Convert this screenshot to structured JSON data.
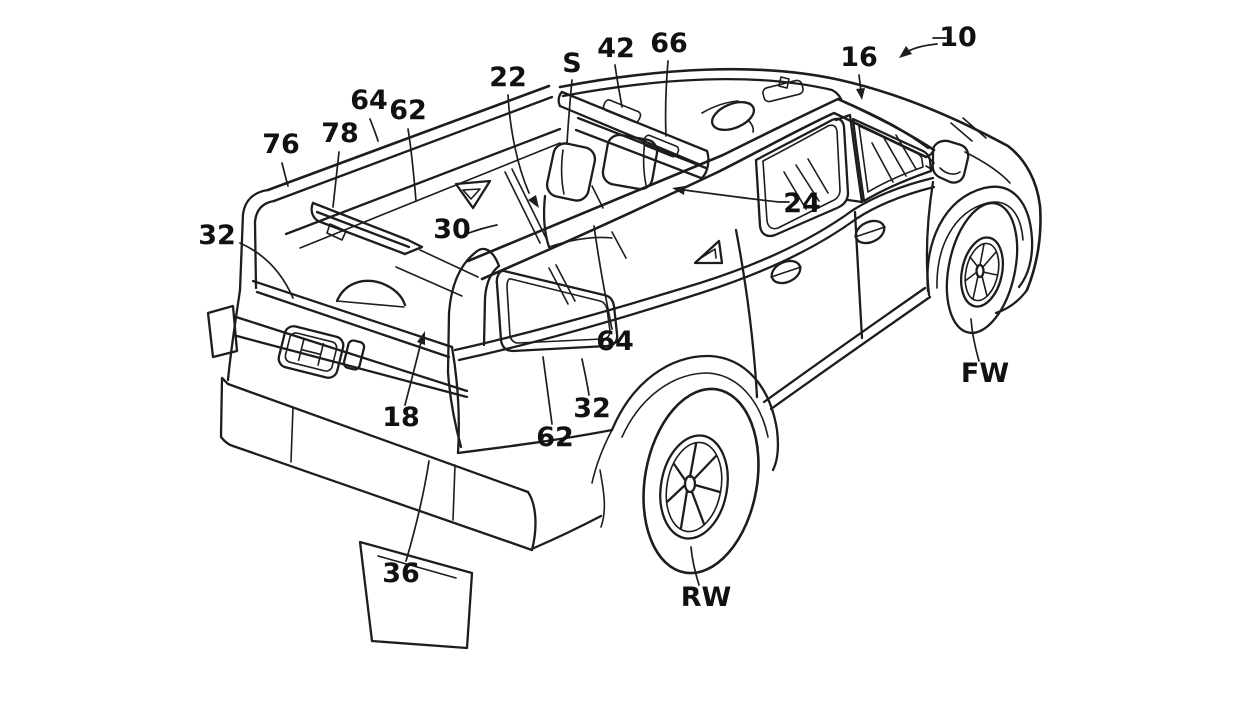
{
  "drawing": {
    "background_color": "#ffffff",
    "line_color": "#1d1d1d",
    "description": "Patent-style line drawing of a crew-cab pickup truck with an open roof frame and open cargo bed, seen from a rear three-quarter elevated view"
  },
  "labels": [
    {
      "id": "10",
      "text": "10"
    },
    {
      "id": "16",
      "text": "16"
    },
    {
      "id": "66",
      "text": "66"
    },
    {
      "id": "42",
      "text": "42"
    },
    {
      "id": "S",
      "text": "S"
    },
    {
      "id": "22",
      "text": "22"
    },
    {
      "id": "64-upper",
      "text": "64"
    },
    {
      "id": "62-upper",
      "text": "62"
    },
    {
      "id": "78",
      "text": "78"
    },
    {
      "id": "76",
      "text": "76"
    },
    {
      "id": "32-left",
      "text": "32"
    },
    {
      "id": "30",
      "text": "30"
    },
    {
      "id": "24",
      "text": "24"
    },
    {
      "id": "18",
      "text": "18"
    },
    {
      "id": "62-lower",
      "text": "62"
    },
    {
      "id": "32-right",
      "text": "32"
    },
    {
      "id": "64-lower",
      "text": "64"
    },
    {
      "id": "36",
      "text": "36"
    },
    {
      "id": "RW",
      "text": "RW"
    },
    {
      "id": "FW",
      "text": "FW"
    }
  ]
}
